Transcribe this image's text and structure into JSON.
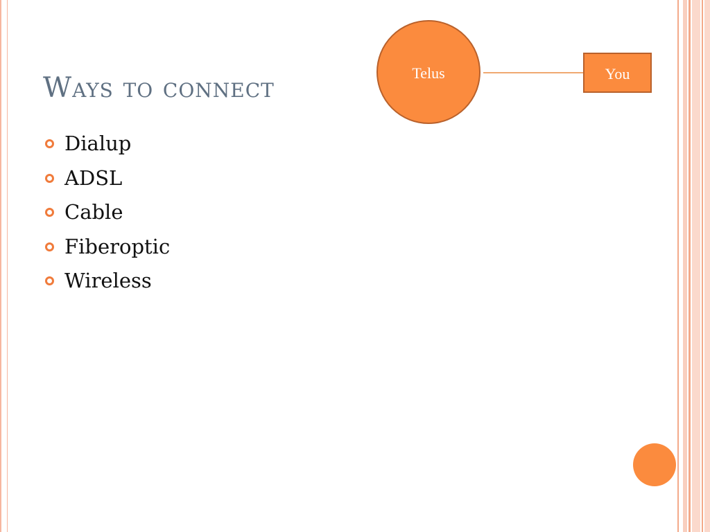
{
  "slide": {
    "title": "Ways to connect",
    "bullets": [
      {
        "label": "Dialup"
      },
      {
        "label": "ADSL"
      },
      {
        "label": "Cable"
      },
      {
        "label": "Fiberoptic"
      },
      {
        "label": "Wireless"
      }
    ],
    "diagram": {
      "source_node": "Telus",
      "target_node": "You"
    }
  },
  "colors": {
    "accent": "#fb8b3e",
    "accent_border": "#b9612b",
    "title_text": "#5f7082",
    "body_text": "#111111",
    "frame_stripe": "#f3a989"
  },
  "icons": {
    "bullet": "orange-ring-bullet-icon"
  }
}
